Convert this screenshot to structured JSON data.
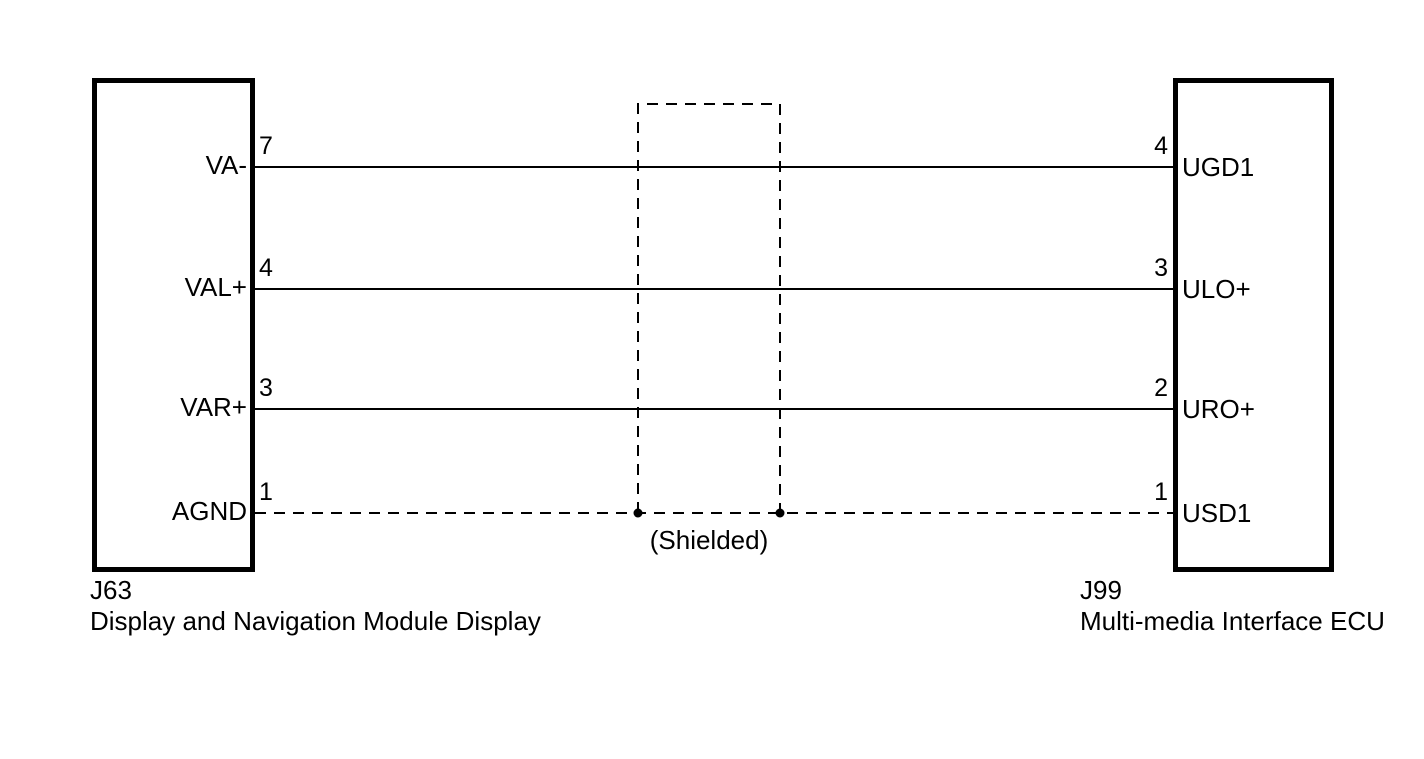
{
  "diagram": {
    "title_hint": "shielded wiring between display and multi-media interface ECU",
    "left_connector": {
      "id": "J63",
      "name": "Display and Navigation Module Display"
    },
    "right_connector": {
      "id": "J99",
      "name": "Multi-media Interface ECU"
    },
    "shield_label": "(Shielded)",
    "rows": [
      {
        "left_label": "VA-",
        "left_pin": "7",
        "right_pin": "4",
        "right_label": "UGD1",
        "wire": "solid"
      },
      {
        "left_label": "VAL+",
        "left_pin": "4",
        "right_pin": "3",
        "right_label": "ULO+",
        "wire": "solid"
      },
      {
        "left_label": "VAR+",
        "left_pin": "3",
        "right_pin": "2",
        "right_label": "URO+",
        "wire": "solid"
      },
      {
        "left_label": "AGND",
        "left_pin": "1",
        "right_pin": "1",
        "right_label": "USD1",
        "wire": "dashed"
      }
    ],
    "colors": {
      "line": "#000000",
      "background": "#ffffff"
    }
  }
}
